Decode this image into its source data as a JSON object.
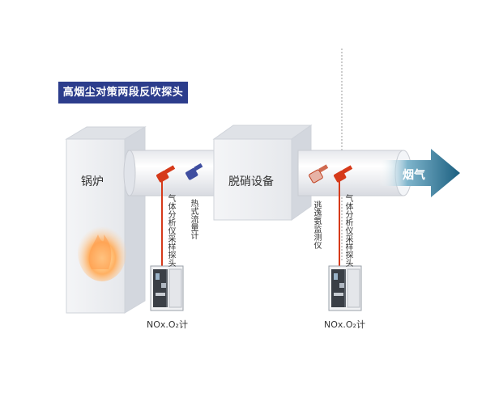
{
  "title": "高烟尘对策两段反吹探头",
  "boiler": {
    "label": "锅炉"
  },
  "denitration": {
    "label": "脱硝设备"
  },
  "exhaust": {
    "label": "烟气"
  },
  "probes": {
    "gas_sampling_probe_1": "气体分析仪采样探头",
    "thermal_flowmeter": "热式流量计",
    "ammonia_slip_monitor": "逃逸氨监测仪",
    "gas_sampling_probe_2": "气体分析仪采样探头"
  },
  "analyzers": {
    "left_label": "NOx.O₂计",
    "right_label": "NOx.O₂计"
  },
  "colors": {
    "title_bg": "#2c3d8c",
    "probe_red": "#d63a1a",
    "flowmeter_blue": "#3f4ea0",
    "arrow_teal": "#1f6f8f",
    "duct_highlight": "#e8ecf2"
  }
}
